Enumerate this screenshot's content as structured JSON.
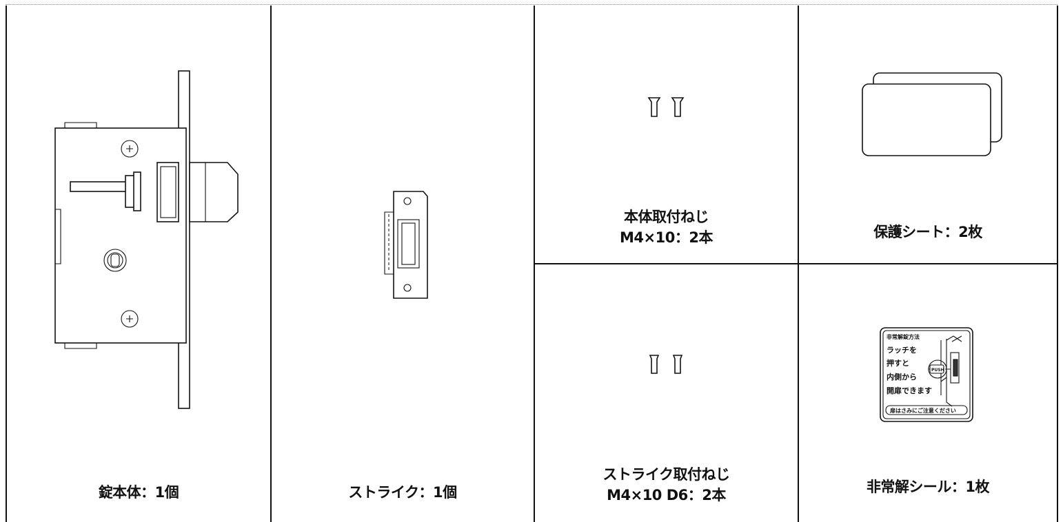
{
  "items": {
    "lock_body": {
      "label": "錠本体：1個"
    },
    "strike": {
      "label": "ストライク：1個"
    },
    "body_screws": {
      "label_line1": "本体取付ねじ",
      "label_line2": "M4×10：2本"
    },
    "protect_sheet": {
      "label": "保護シート：2枚"
    },
    "strike_screws": {
      "label_line1": "ストライク取付ねじ",
      "label_line2": "M4×10 D6：2本"
    },
    "emergency_sticker": {
      "label": "非常解シール：1枚",
      "sticker_text": {
        "heading": "非常解錠方法",
        "line1": "ラッチを",
        "line2": "押すと",
        "line3": "内側から",
        "line4": "開扉できます",
        "push": "PUSH",
        "footer": "扉はさみにご注意ください"
      }
    }
  }
}
